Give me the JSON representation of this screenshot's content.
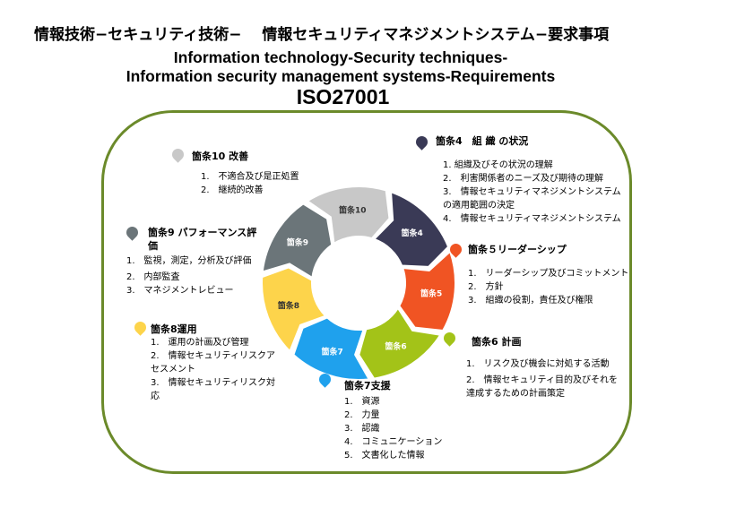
{
  "header": {
    "title_jp": "情報技術−セキュリティ技術−　 情報セキュリティマネジメントシステム−要求事項",
    "title_en_line1": "Information technology-Security techniques-",
    "title_en_line2": "Information security management systems-Requirements",
    "standard": "ISO27001"
  },
  "wheel_segments": [
    {
      "label": "箇条4",
      "color": "#3a3a56"
    },
    {
      "label": "箇条5",
      "color": "#f05423"
    },
    {
      "label": "箇条6",
      "color": "#a3c318"
    },
    {
      "label": "箇条7",
      "color": "#1fa1ed"
    },
    {
      "label": "箇条8",
      "color": "#fdd44b"
    },
    {
      "label": "箇条9",
      "color": "#6b7579"
    },
    {
      "label": "箇条10",
      "color": "#c8c8c8"
    }
  ],
  "sections": {
    "s4": {
      "title": "箇条4　組 織 の状況",
      "items": [
        "1. 組織及びその状況の理解",
        "2.　利害関係者のニーズ及び期待の理解",
        "3.　情報セキュリティマネジメントシステムの適用範囲の決定",
        "4.　情報セキュリティマネジメントシステム"
      ]
    },
    "s5": {
      "title": "箇条５リーダーシップ",
      "items": [
        "1.　リーダーシップ及びコミットメント",
        "2.　方針",
        "3.　組織の役割，責任及び権限"
      ]
    },
    "s6": {
      "title": "箇条6 計画",
      "items": [
        "1.　リスク及び機会に対処する活動",
        "2.　情報セキュリティ目的及びそれを達成するための計画策定"
      ]
    },
    "s7": {
      "title": "箇条7支援",
      "items": [
        "1.　資源",
        "2.　力量",
        "3.　認識",
        "4.　コミュニケーション",
        "5.　文書化した情報"
      ]
    },
    "s8": {
      "title": "箇条8運用",
      "items": [
        "1.　運用の計画及び管理",
        "2.　情報セキュリティリスクアセスメント",
        "3.　情報セキュリティリスク対応"
      ]
    },
    "s9": {
      "title": "箇条9 パフォーマンス評価",
      "items": [
        "1.　監視，測定，分析及び評価",
        "2.　内部監査",
        "3.　マネジメントレビュー"
      ]
    },
    "s10": {
      "title": "箇条10 改善",
      "items": [
        "1.　不適合及び是正処置",
        "2.　継続的改善"
      ]
    }
  }
}
